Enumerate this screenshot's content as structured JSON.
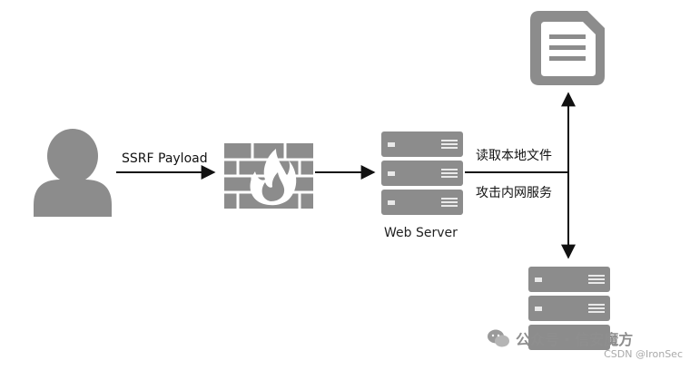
{
  "diagram": {
    "nodes": {
      "attacker": {
        "icon": "user-silhouette-icon"
      },
      "firewall": {
        "icon": "firewall-icon"
      },
      "web_server": {
        "icon": "server-rack-icon",
        "caption": "Web Server"
      },
      "local_file": {
        "icon": "document-icon"
      },
      "internal_server": {
        "icon": "server-rack-icon"
      }
    },
    "edges": {
      "payload_label": "SSRF Payload",
      "read_file_label": "读取本地文件",
      "attack_intranet_label": "攻击内网服务"
    }
  },
  "watermark": {
    "brand": "公众号 · 信安魔方",
    "sub": "CSDN @IronSec"
  },
  "colors": {
    "icon_gray": "#8c8c8c",
    "line": "#111111",
    "server_slot": "#e9e9e9"
  }
}
